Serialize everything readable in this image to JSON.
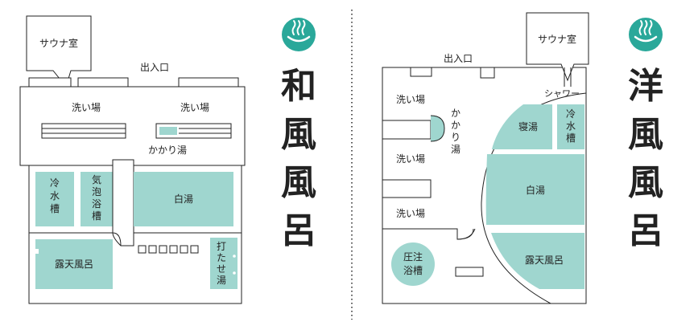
{
  "colors": {
    "pool": "#9fd6cf",
    "accent": "#2aa89a",
    "line": "#222222",
    "background": "#ffffff"
  },
  "icons": {
    "left_badge": "hot-spring-icon",
    "right_badge": "hot-spring-icon"
  },
  "left": {
    "title": [
      "和",
      "風",
      "風",
      "呂"
    ],
    "sauna": "サウナ室",
    "entrance": "出入口",
    "wash_left": "洗い場",
    "wash_right": "洗い場",
    "kakariyu": "かかり湯",
    "cold_bath": [
      "冷",
      "水",
      "槽"
    ],
    "bubble_bath": [
      "気",
      "泡",
      "浴",
      "槽"
    ],
    "white_bath": "白湯",
    "outdoor_bath": "露天風呂",
    "utase": [
      "打",
      "た",
      "せ",
      "湯"
    ]
  },
  "right": {
    "title": [
      "洋",
      "風",
      "風",
      "呂"
    ],
    "sauna": "サウナ室",
    "entrance": "出入口",
    "shower": "シャワー",
    "wash1": "洗い場",
    "wash2": "洗い場",
    "wash3": "洗い場",
    "kakariyu": [
      "か",
      "か",
      "り",
      "湯"
    ],
    "sleep_bath": "寝湯",
    "cold_bath": [
      "冷",
      "水",
      "槽"
    ],
    "white_bath": "白湯",
    "pressure_bath": [
      "圧注",
      "浴槽"
    ],
    "outdoor_bath": "露天風呂"
  }
}
